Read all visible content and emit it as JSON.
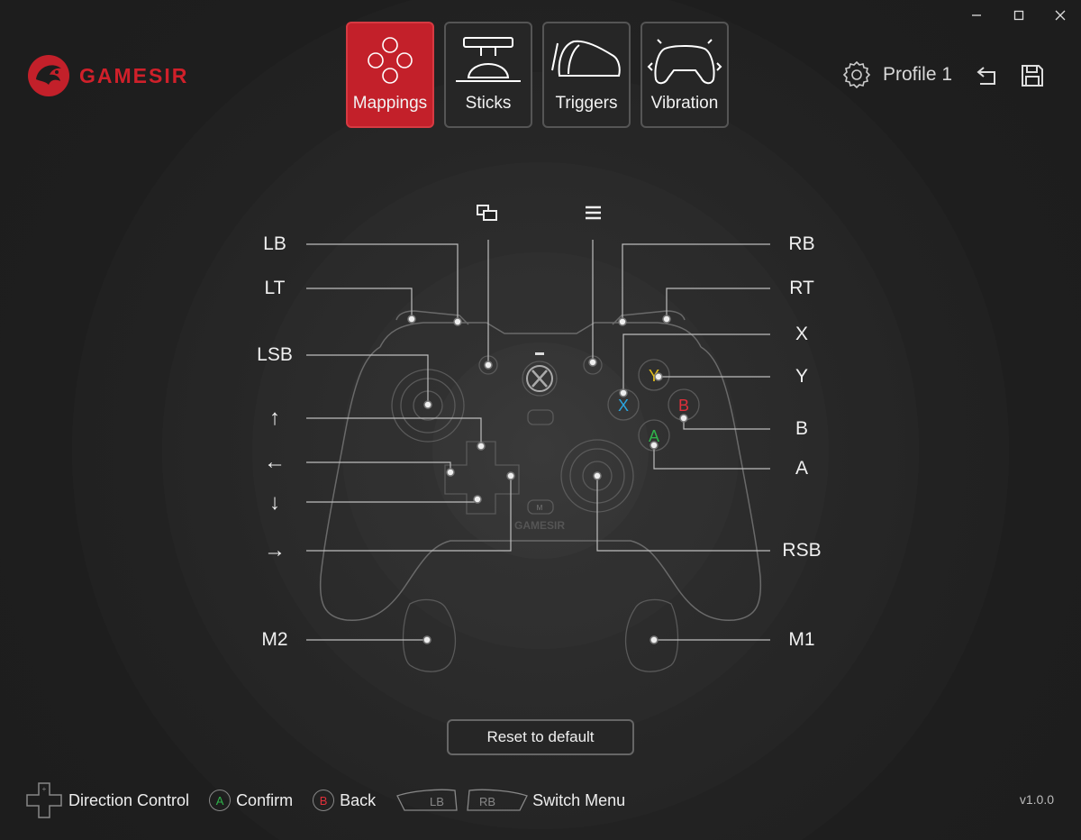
{
  "app": {
    "brand": "GAMESIR",
    "version": "v1.0.0"
  },
  "window_controls": [
    "minimize-icon",
    "maximize-icon",
    "close-icon"
  ],
  "tabs": [
    {
      "label": "Mappings",
      "icon": "dpad-icon",
      "active": true
    },
    {
      "label": "Sticks",
      "icon": "stick-icon",
      "active": false
    },
    {
      "label": "Triggers",
      "icon": "trigger-icon",
      "active": false
    },
    {
      "label": "Vibration",
      "icon": "vibration-icon",
      "active": false
    }
  ],
  "header": {
    "profile": "Profile 1"
  },
  "mapping_labels": {
    "LB": "LB",
    "LT": "LT",
    "LSB": "LSB",
    "up": "↑",
    "left": "←",
    "down": "↓",
    "right": "→",
    "M2": "M2",
    "RB": "RB",
    "RT": "RT",
    "X": "X",
    "Y": "Y",
    "B": "B",
    "A": "A",
    "RSB": "RSB",
    "M1": "M1"
  },
  "view_icon": "view-button-icon",
  "menu_icon": "menu-button-icon",
  "face_buttons": {
    "Y": "Y",
    "X": "X",
    "B": "B",
    "A": "A"
  },
  "controller_brand": "GAMESIR",
  "controller_m": "M",
  "reset_label": "Reset to default",
  "footer": {
    "direction": "Direction Control",
    "confirm_key": "A",
    "confirm": "Confirm",
    "back_key": "B",
    "back": "Back",
    "lb": "LB",
    "rb": "RB",
    "switch": "Switch Menu"
  },
  "colors": {
    "accent": "#c3202a",
    "y": "#e8c21a",
    "x": "#2aa5e0",
    "b": "#e0303a",
    "a": "#2fb34a"
  }
}
